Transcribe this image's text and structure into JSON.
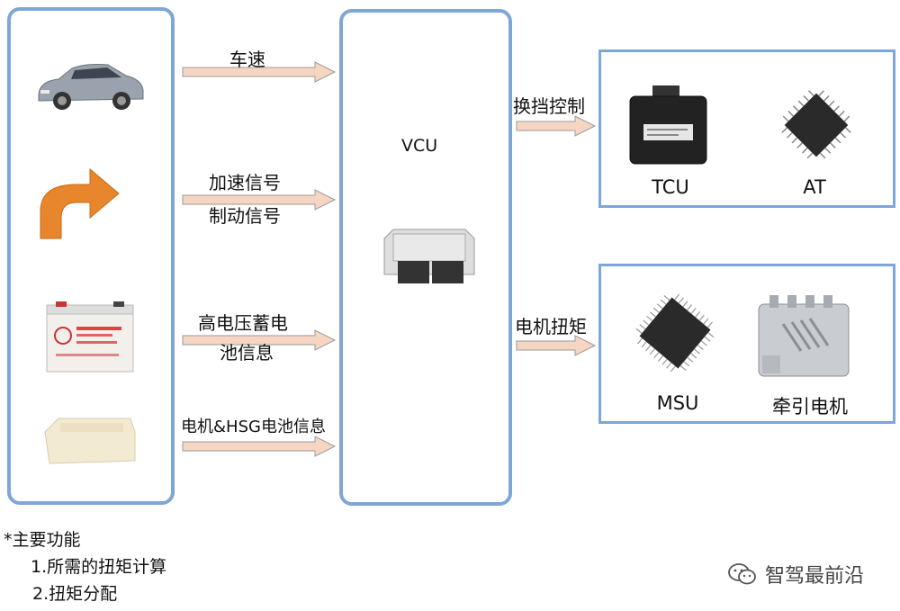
{
  "inputs": {
    "speed": "车速",
    "accel": "加速信号",
    "brake": "制动信号",
    "hv_battery_line1": "高电压蓄电",
    "hv_battery_line2": "池信息",
    "motor_hsg": "电机&HSG电池信息"
  },
  "vcu": {
    "label": "VCU"
  },
  "outputs": {
    "shift": "换挡控制",
    "torque": "电机扭矩"
  },
  "tcu_box": {
    "left": "TCU",
    "right": "AT"
  },
  "msu_box": {
    "left": "MSU",
    "right": "牵引电机"
  },
  "notes": {
    "title": "*主要功能",
    "item1": "1.所需的扭矩计算",
    "item2": "2.扭矩分配"
  },
  "watermark": "智驾最前沿",
  "colors": {
    "border": "#7ea6d8",
    "arrow_fill": "#f6d6c2",
    "arrow_stroke": "#9a9a9a",
    "curved_arrow": "#e8862d"
  }
}
